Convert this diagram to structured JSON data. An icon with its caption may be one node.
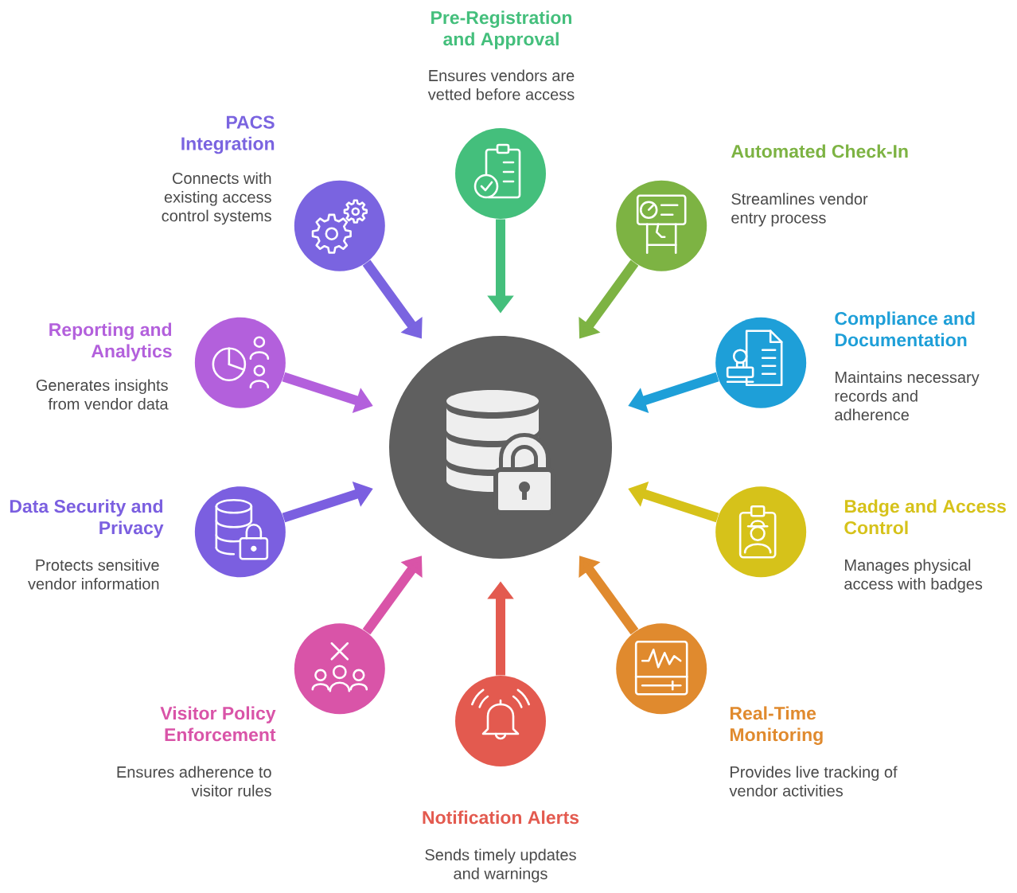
{
  "diagram": {
    "nodes": [
      {
        "text": [],
        "shape": "circle"
      },
      {
        "text": [
          "Pre-Registration and Approval",
          "Ensures vendors are vetted before access"
        ]
      },
      {
        "text": [
          "Automated Check-In",
          "Streamlines vendor entry process"
        ]
      },
      {
        "text": [
          "Compliance and Documentation",
          "Maintains necessary records and adherence"
        ]
      },
      {
        "text": [
          "Badge and Access Control",
          "Manages physical access with badges"
        ]
      },
      {
        "text": [
          "Real-Time Monitoring",
          "Provides live tracking of vendor activities"
        ]
      },
      {
        "text": [
          "Notification Alerts",
          "Sends timely updates and warnings"
        ]
      },
      {
        "text": [
          "Visitor Policy Enforcement",
          "Ensures adherence to visitor rules"
        ]
      },
      {
        "text": [
          "Data Security and Privacy",
          "Protects sensitive vendor information"
        ]
      },
      {
        "text": [
          "Reporting and Analytics",
          "Generates insights from vendor data"
        ]
      },
      {
        "text": [
          "PACS Integration",
          "Connects with existing access control systems"
        ]
      }
    ],
    "edges": [
      {
        "from": 1,
        "to": 0,
        "arrow": "to",
        "color": "#44bf7c"
      },
      {
        "from": 2,
        "to": 0,
        "arrow": "to",
        "color": "#7db343"
      },
      {
        "from": 3,
        "to": 0,
        "arrow": "to",
        "color": "#1e9fd8"
      },
      {
        "from": 4,
        "to": 0,
        "arrow": "to",
        "color": "#d6c21a"
      },
      {
        "from": 5,
        "to": 0,
        "arrow": "to",
        "color": "#e08a2e"
      },
      {
        "from": 6,
        "to": 0,
        "arrow": "to",
        "color": "#e35a4f"
      },
      {
        "from": 7,
        "to": 0,
        "arrow": "to",
        "color": "#d954a8"
      },
      {
        "from": 8,
        "to": 0,
        "arrow": "to",
        "color": "#7b5fe0"
      },
      {
        "from": 9,
        "to": 0,
        "arrow": "to",
        "color": "#b360dc"
      },
      {
        "from": 10,
        "to": 0,
        "arrow": "to",
        "color": "#7a64e0"
      }
    ]
  }
}
